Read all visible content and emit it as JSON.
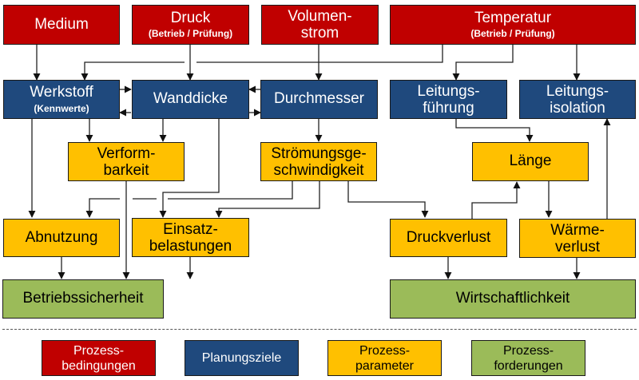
{
  "diagram": {
    "colors": {
      "process_conditions": "#c00000",
      "planning_goals": "#1f497d",
      "process_parameters": "#ffc000",
      "process_requirements": "#9bbb59"
    },
    "conditions": {
      "medium": {
        "title": "Medium"
      },
      "druck": {
        "title": "Druck",
        "sub": "(Betrieb / Prüfung)"
      },
      "volumenstrom": {
        "line1": "Volumen-",
        "line2": "strom"
      },
      "temperatur": {
        "title": "Temperatur",
        "sub": "(Betrieb / Prüfung)"
      }
    },
    "goals": {
      "werkstoff": {
        "title": "Werkstoff",
        "sub": "(Kennwerte)"
      },
      "wanddicke": {
        "title": "Wanddicke"
      },
      "durchmesser": {
        "title": "Durchmesser"
      },
      "leitungsfuehrung": {
        "line1": "Leitungs-",
        "line2": "führung"
      },
      "leitungsisolation": {
        "line1": "Leitungs-",
        "line2": "isolation"
      }
    },
    "parameters": {
      "verformbarkeit": {
        "line1": "Verform-",
        "line2": "barkeit"
      },
      "stroemung": {
        "line1": "Strömungsge-",
        "line2": "schwindigkeit"
      },
      "laenge": {
        "title": "Länge"
      },
      "abnutzung": {
        "title": "Abnutzung"
      },
      "einsatz": {
        "line1": "Einsatz-",
        "line2": "belastungen"
      },
      "druckverlust": {
        "title": "Druckverlust"
      },
      "waermeverlust": {
        "line1": "Wärme-",
        "line2": "verlust"
      }
    },
    "requirements": {
      "betriebssicherheit": {
        "title": "Betriebssicherheit"
      },
      "wirtschaftlichkeit": {
        "title": "Wirtschaftlichkeit"
      }
    }
  },
  "legend": [
    {
      "line1": "Prozess-",
      "line2": "bedingungen"
    },
    {
      "line1": "Planungsziele",
      "line2": ""
    },
    {
      "line1": "Prozess-",
      "line2": "parameter"
    },
    {
      "line1": "Prozess-",
      "line2": "forderungen"
    }
  ]
}
